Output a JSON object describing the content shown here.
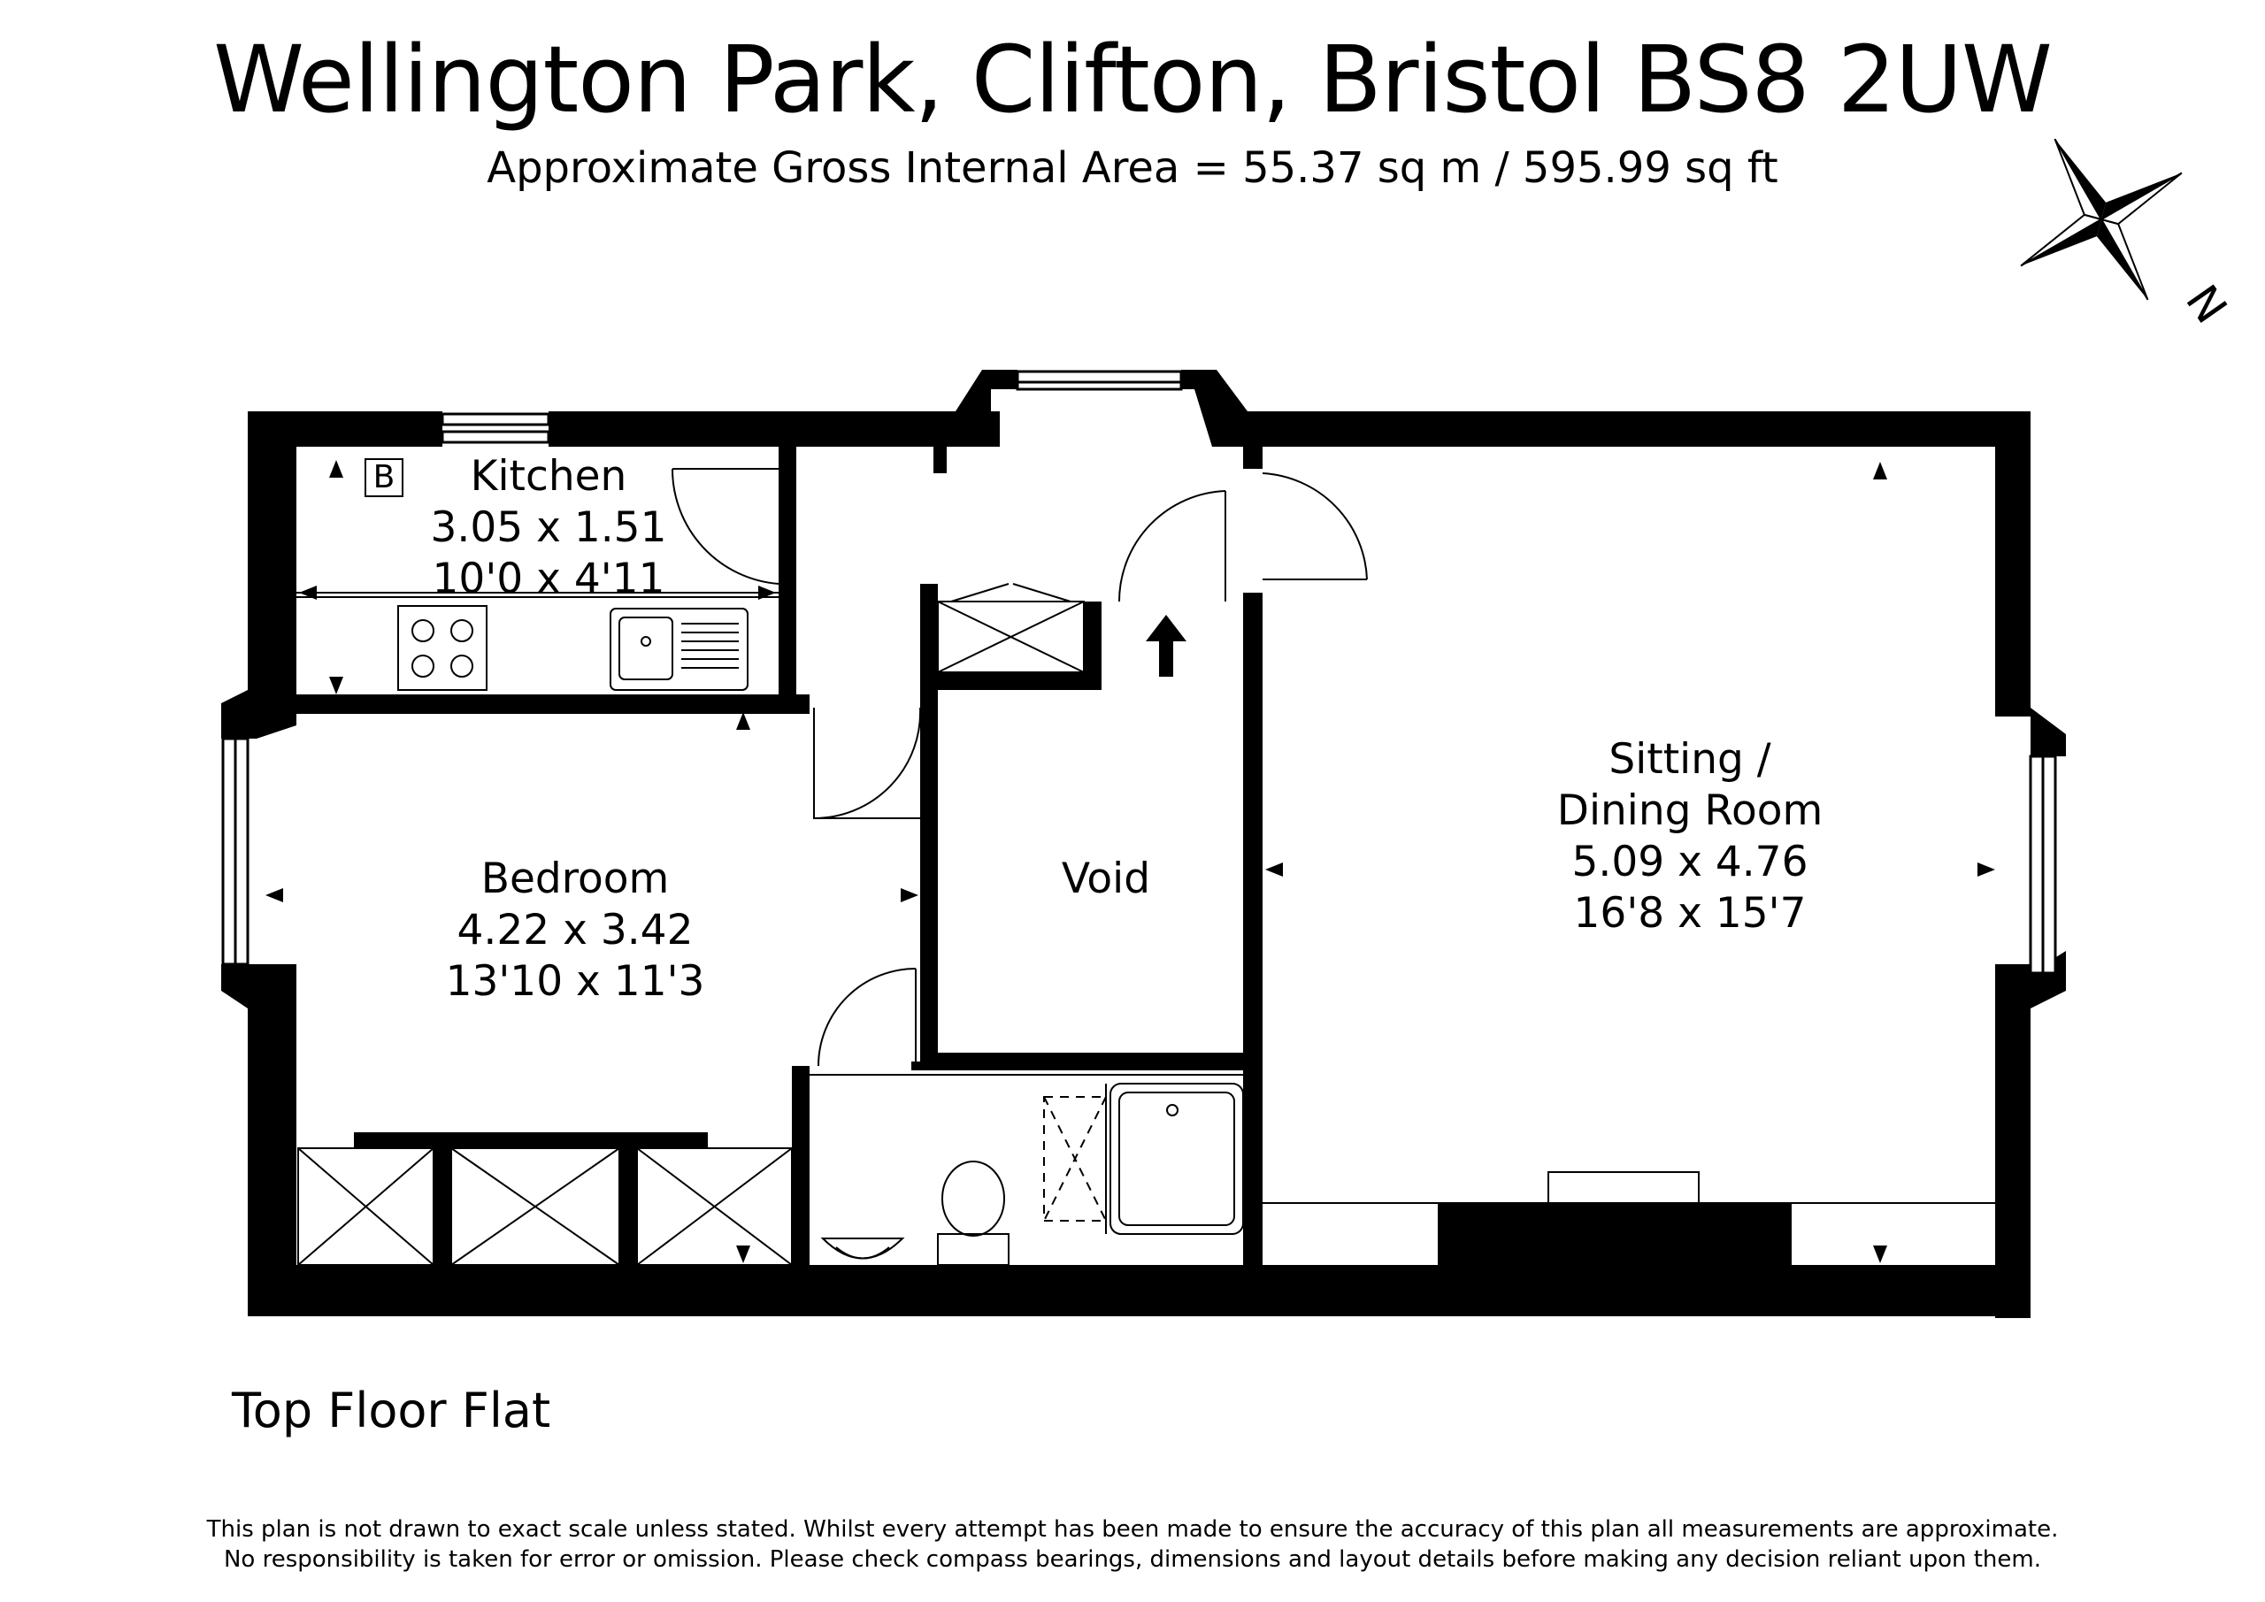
{
  "header": {
    "title": "Wellington Park, Clifton, Bristol  BS8 2UW",
    "subtitle": "Approximate Gross Internal Area = 55.37 sq m / 595.99 sq ft"
  },
  "compass": {
    "icon": "compass-rose-icon",
    "label": "N"
  },
  "rooms": {
    "kitchen": {
      "name": "Kitchen",
      "metric": "3.05 x 1.51",
      "imperial": "10'0 x 4'11"
    },
    "bedroom": {
      "name": "Bedroom",
      "metric": "4.22 x 3.42",
      "imperial": "13'10 x 11'3"
    },
    "void": {
      "name": "Void"
    },
    "sitting": {
      "name_line1": "Sitting /",
      "name_line2": "Dining Room",
      "metric": "5.09 x 4.76",
      "imperial": "16'8 x 15'7"
    }
  },
  "boiler_label": "B",
  "floor_label": "Top Floor Flat",
  "disclaimer": {
    "line1": "This plan is not drawn to exact scale unless stated.  Whilst every attempt has been made to ensure the accuracy of this plan all measurements are approximate.",
    "line2": "No responsibility is taken for error or omission.  Please check compass bearings, dimensions and layout details before making any decision reliant upon them."
  },
  "colors": {
    "wall": "#000000",
    "background": "#ffffff",
    "fixture": "#444444"
  }
}
